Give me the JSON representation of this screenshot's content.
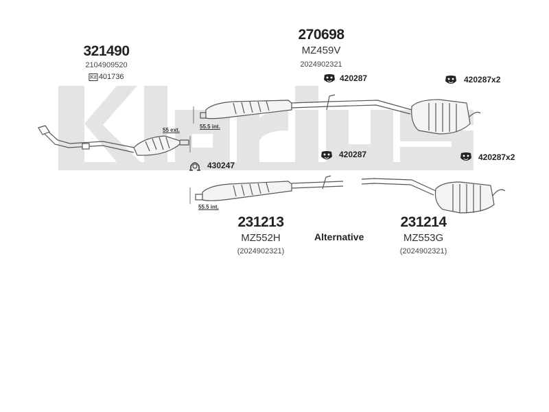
{
  "watermark": "Klarius",
  "parts": {
    "front_pipe": {
      "number": "321490",
      "oe": "2104909520",
      "kit_label": "Kit",
      "kit_number": "401736",
      "dim_label": "55 ext."
    },
    "middle_rear": {
      "number": "270698",
      "ref": "MZ459V",
      "oe": "2024902321",
      "dim_label": "55.5 int."
    },
    "middle": {
      "number": "231213",
      "ref": "MZ552H",
      "oe": "(2024902321)",
      "dim_label": "55.5 int."
    },
    "rear": {
      "number": "231214",
      "ref": "MZ553G",
      "oe": "(2024902321)"
    }
  },
  "clamps": {
    "c1": "420287",
    "c2": "420287x2",
    "c3": "420287",
    "c4": "420287x2",
    "c5": "430247"
  },
  "alternative_label": "Alternative"
}
